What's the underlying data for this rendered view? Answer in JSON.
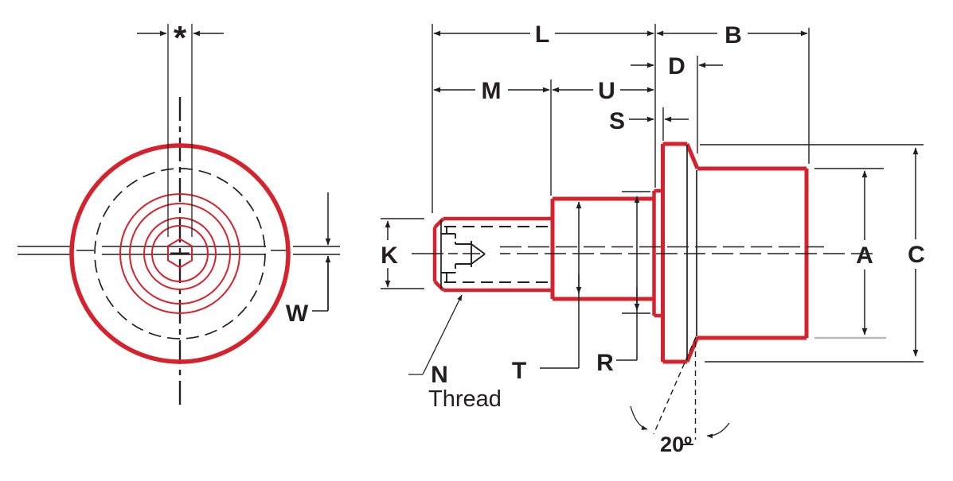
{
  "drawing": {
    "colors": {
      "part_outline_red": "#d6222c",
      "drawing_black": "#231f20",
      "extension_gray": "#b9b9b9"
    },
    "front_view": {
      "labels": {
        "star": "*",
        "w": "W"
      }
    },
    "side_view": {
      "labels": {
        "k": "K",
        "t": "T",
        "r": "R",
        "m": "M",
        "u": "U",
        "l": "L",
        "s": "S",
        "d": "D",
        "b": "B",
        "a": "A",
        "c": "C"
      },
      "thread_note": {
        "line1": "N",
        "line2": "Thread"
      },
      "angle_label": "20º"
    }
  }
}
